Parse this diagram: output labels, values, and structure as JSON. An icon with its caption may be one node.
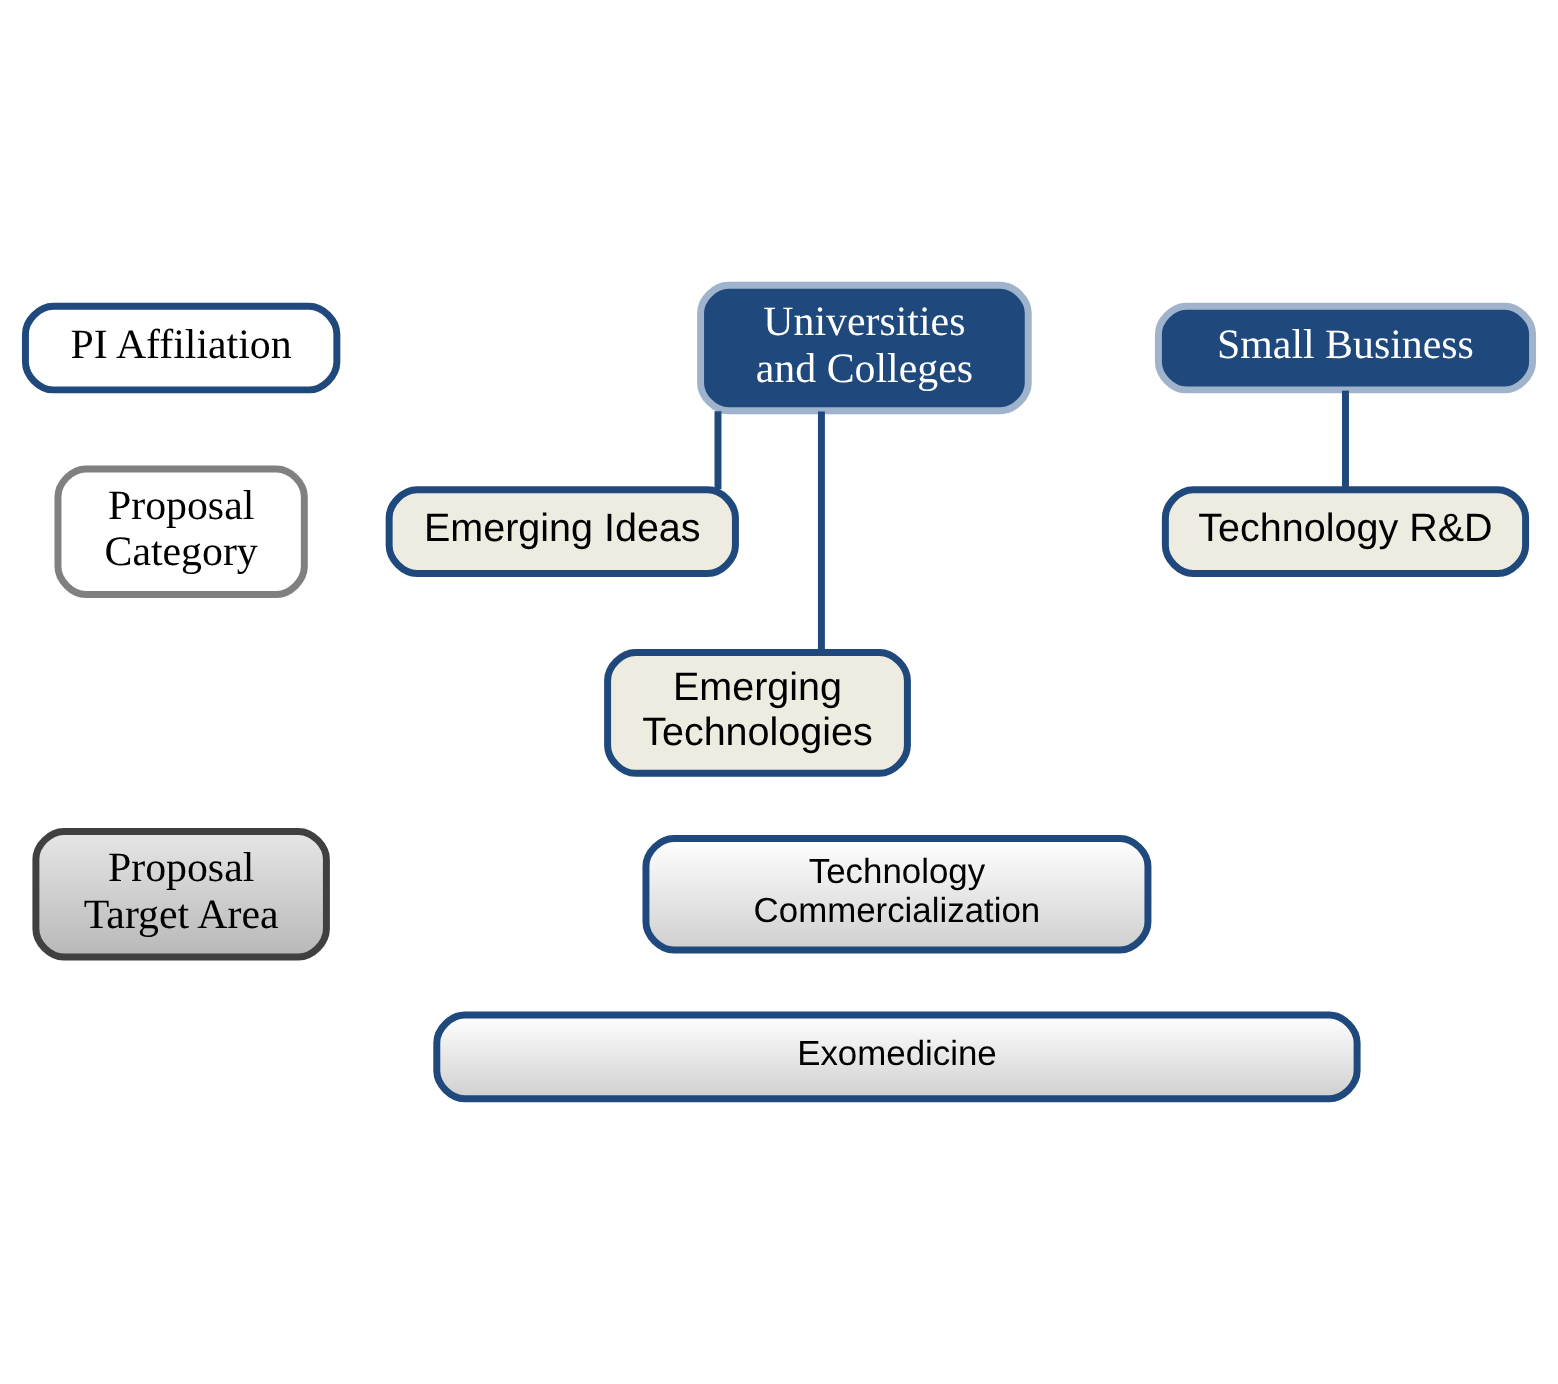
{
  "diagram": {
    "nodes": [
      {
        "text": [
          "PI Affiliation"
        ]
      },
      {
        "text": [
          "Universities and Colleges"
        ]
      },
      {
        "text": [
          "Small Business"
        ]
      },
      {
        "text": [
          "Proposal Category"
        ]
      },
      {
        "text": [
          "Emerging Ideas"
        ]
      },
      {
        "text": [
          "Emerging Technologies"
        ]
      },
      {
        "text": [
          "Technology R&D"
        ]
      },
      {
        "text": [
          "Proposal Target Area"
        ]
      },
      {
        "text": [
          "Technology Commercialization"
        ]
      },
      {
        "text": [
          "Exomedicine"
        ]
      }
    ],
    "edges": [
      {
        "from": 1,
        "to": 4,
        "arrow": "none"
      },
      {
        "from": 1,
        "to": 5,
        "arrow": "none"
      },
      {
        "from": 2,
        "to": 6,
        "arrow": "none"
      }
    ]
  }
}
